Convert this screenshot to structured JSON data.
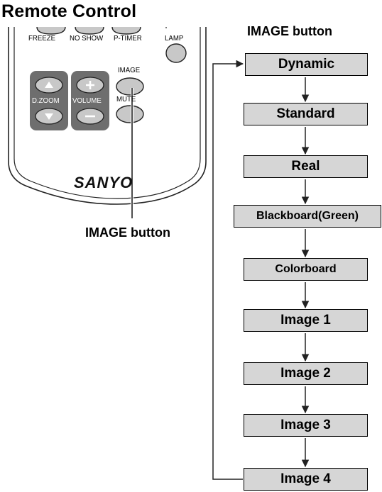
{
  "title": "Remote Control",
  "flow_title": "IMAGE button",
  "remote": {
    "caption": "IMAGE button",
    "brand": "SANYO",
    "buttons": {
      "freeze": "FREEZE",
      "no_show": "NO SHOW",
      "p_timer": "P-TIMER",
      "lamp": "LAMP",
      "image": "IMAGE",
      "mute": "MUTE",
      "d_zoom": "D.ZOOM",
      "volume": "VOLUME"
    }
  },
  "modes": [
    "Dynamic",
    "Standard",
    "Real",
    "Blackboard(Green)",
    "Colorboard",
    "Image 1",
    "Image 2",
    "Image 3",
    "Image 4"
  ],
  "colors": {
    "box_fill": "#d6d6d6",
    "dark_panel": "#6e6e6e",
    "key_fill": "#c8c8c8"
  }
}
